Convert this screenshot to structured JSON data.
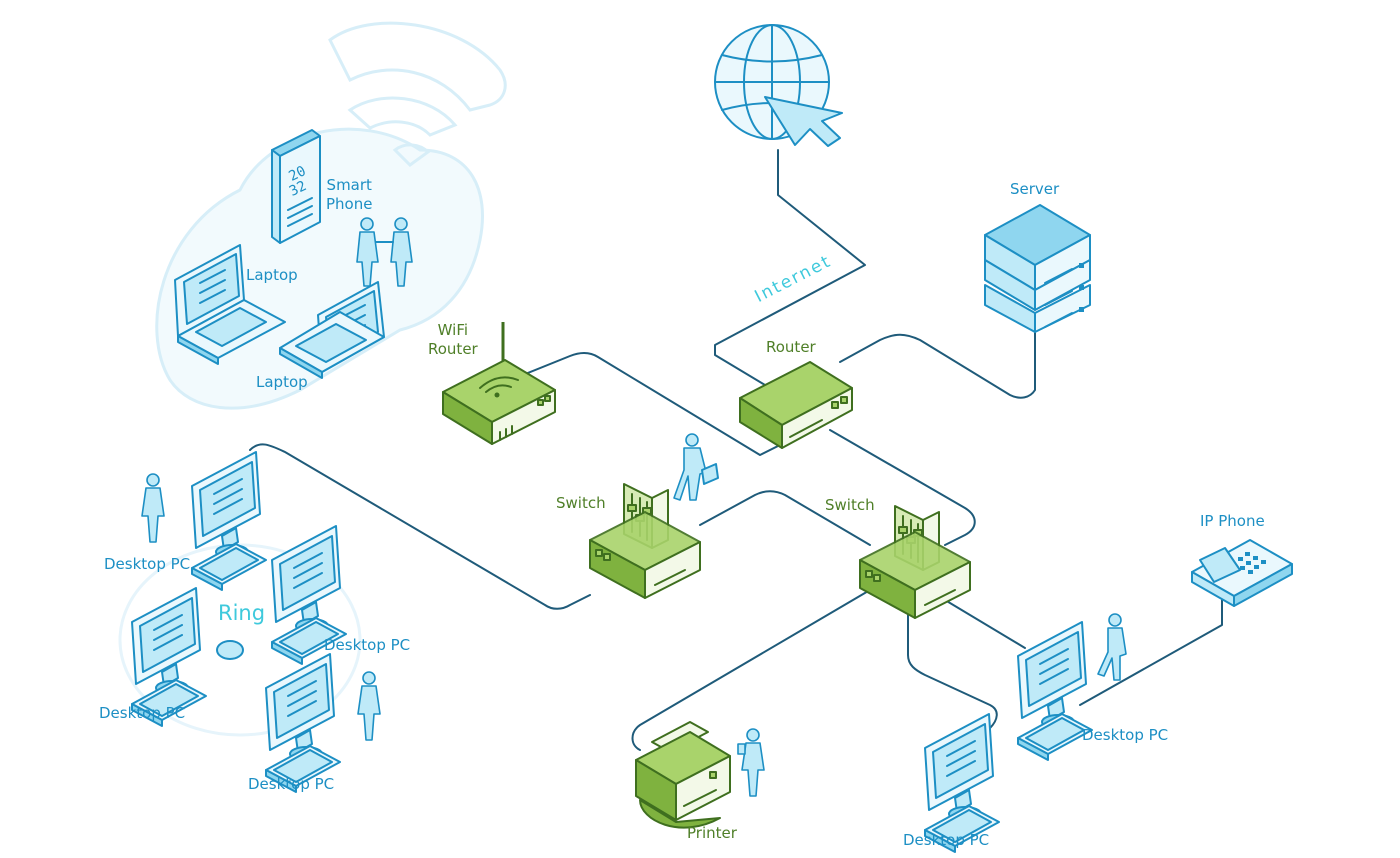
{
  "labels": {
    "smart_phone": "Smart\nPhone",
    "laptop_1": "Laptop",
    "laptop_2": "Laptop",
    "wifi_router": "WiFi\nRouter",
    "router": "Router",
    "server": "Server",
    "internet": "Internet",
    "switch_1": "Switch",
    "switch_2": "Switch",
    "ip_phone": "IP Phone",
    "ring": "Ring",
    "desktop_ring_1": "Desktop PC",
    "desktop_ring_2": "Desktop PC",
    "desktop_ring_3": "Desktop PC",
    "desktop_ring_4": "Desktop PC",
    "desktop_right": "Desktop PC",
    "desktop_bottom": "Desktop PC",
    "printer": "Printer",
    "phone_screen_top": "20",
    "phone_screen_bottom": "32"
  },
  "colors": {
    "blue_devices": "#1d8fc4",
    "green_network": "#3f6f1f",
    "cables": "#1f5b7a",
    "ring_label": "#3ec9dc"
  },
  "icons": [
    "globe-cursor-icon",
    "server-icon",
    "router-icon",
    "wifi-router-icon",
    "switch-icon",
    "ip-phone-icon",
    "desktop-pc-icon",
    "laptop-icon",
    "smartphone-icon",
    "printer-icon",
    "person-icon",
    "wifi-cloud-icon"
  ]
}
